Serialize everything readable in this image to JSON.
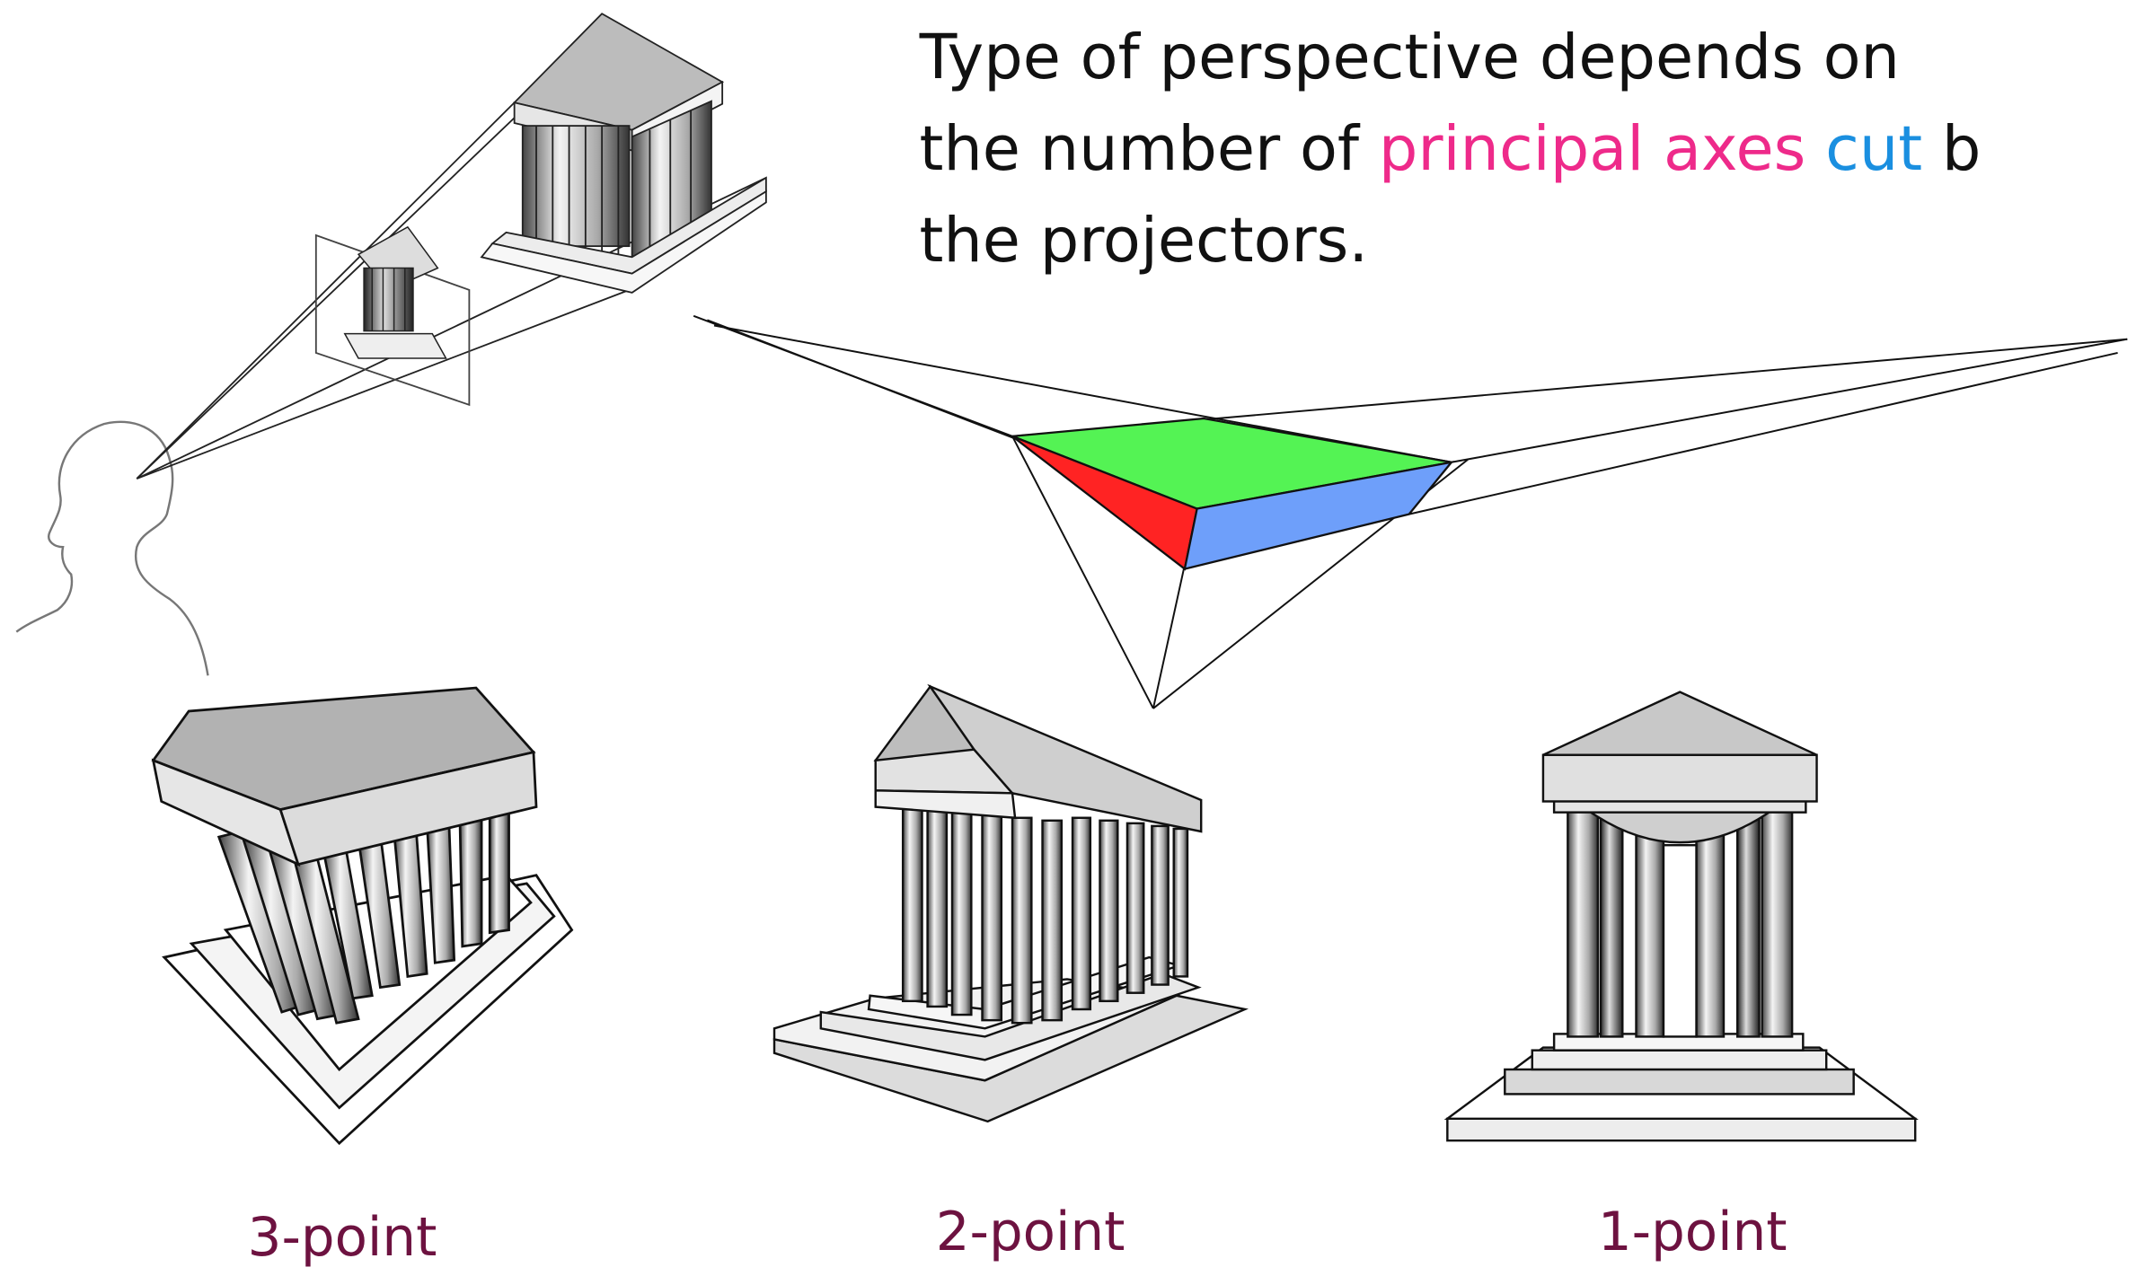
{
  "heading": {
    "line1": "Type of perspective depends on",
    "line2_prefix": "the number of ",
    "line2_highlight_axes": "principal axes",
    "line2_space": " ",
    "line2_highlight_cut": "cut",
    "line2_suffix": " b",
    "line3": "the projectors."
  },
  "labels": {
    "three_point": "3-point",
    "two_point": "2-point",
    "one_point": "1-point"
  },
  "colors": {
    "text": "#111111",
    "axes_highlight": "#ee2a8a",
    "cut_highlight": "#1a8fe0",
    "label": "#6d1240",
    "box_top": "#54f354",
    "box_left": "#ff2323",
    "box_right": "#6e9ffa"
  }
}
